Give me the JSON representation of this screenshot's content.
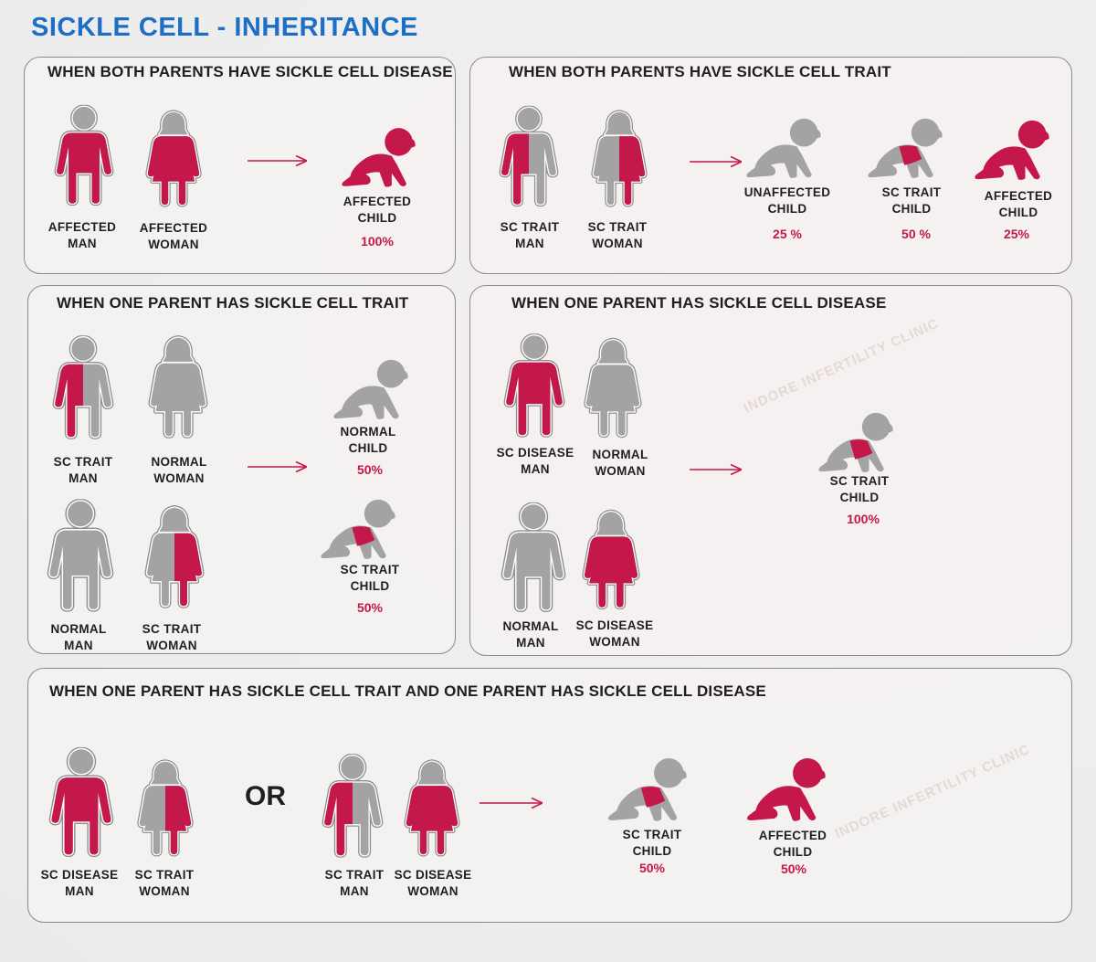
{
  "title": "SICKLE CELL - INHERITANCE",
  "colors": {
    "affected": "#c4184b",
    "normal": "#a3a3a3",
    "title": "#1c6fc4",
    "text": "#1f1f1f"
  },
  "icons": {
    "adult": "person-icon",
    "child": "crawling-baby-icon",
    "arrow": "arrow-right-icon"
  },
  "watermark": "INDORE INFERTILITY CLINIC",
  "or_label": "OR",
  "panels": [
    {
      "heading": "WHEN BOTH PARENTS HAVE SICKLE CELL DISEASE",
      "parents": [
        {
          "line1": "AFFECTED",
          "line2": "MAN"
        },
        {
          "line1": "AFFECTED",
          "line2": "WOMAN"
        }
      ],
      "children": [
        {
          "line1": "AFFECTED",
          "line2": "CHILD",
          "percent": "100%"
        }
      ]
    },
    {
      "heading": "WHEN BOTH PARENTS HAVE SICKLE CELL TRAIT",
      "parents": [
        {
          "line1": "SC TRAIT",
          "line2": "MAN"
        },
        {
          "line1": "SC TRAIT",
          "line2": "WOMAN"
        }
      ],
      "children": [
        {
          "line1": "UNAFFECTED",
          "line2": "CHILD",
          "percent": "25 %"
        },
        {
          "line1": "SC TRAIT",
          "line2": "CHILD",
          "percent": "50 %"
        },
        {
          "line1": "AFFECTED",
          "line2": "CHILD",
          "percent": "25%"
        }
      ]
    },
    {
      "heading": "WHEN ONE PARENT HAS SICKLE CELL TRAIT",
      "parents": [
        {
          "line1": "SC TRAIT",
          "line2": "MAN"
        },
        {
          "line1": "NORMAL",
          "line2": "WOMAN"
        },
        {
          "line1": "NORMAL",
          "line2": "MAN"
        },
        {
          "line1": "SC TRAIT",
          "line2": "WOMAN"
        }
      ],
      "children": [
        {
          "line1": "NORMAL",
          "line2": "CHILD",
          "percent": "50%"
        },
        {
          "line1": "SC TRAIT",
          "line2": "CHILD",
          "percent": "50%"
        }
      ]
    },
    {
      "heading": "WHEN ONE PARENT HAS SICKLE CELL DISEASE",
      "parents": [
        {
          "line1": "SC DISEASE",
          "line2": "MAN"
        },
        {
          "line1": "NORMAL",
          "line2": "WOMAN"
        },
        {
          "line1": "NORMAL",
          "line2": "MAN"
        },
        {
          "line1": "SC DISEASE",
          "line2": "WOMAN"
        }
      ],
      "children": [
        {
          "line1": "SC TRAIT",
          "line2": "CHILD",
          "percent": "100%"
        }
      ]
    },
    {
      "heading": "WHEN ONE PARENT HAS SICKLE CELL TRAIT AND ONE PARENT HAS SICKLE CELL DISEASE",
      "parents": [
        {
          "line1": "SC DISEASE",
          "line2": "MAN"
        },
        {
          "line1": "SC TRAIT",
          "line2": "WOMAN"
        },
        {
          "line1": "SC TRAIT",
          "line2": "MAN"
        },
        {
          "line1": "SC DISEASE",
          "line2": "WOMAN"
        }
      ],
      "children": [
        {
          "line1": "SC TRAIT",
          "line2": "CHILD",
          "percent": "50%"
        },
        {
          "line1": "AFFECTED",
          "line2": "CHILD",
          "percent": "50%"
        }
      ]
    }
  ]
}
